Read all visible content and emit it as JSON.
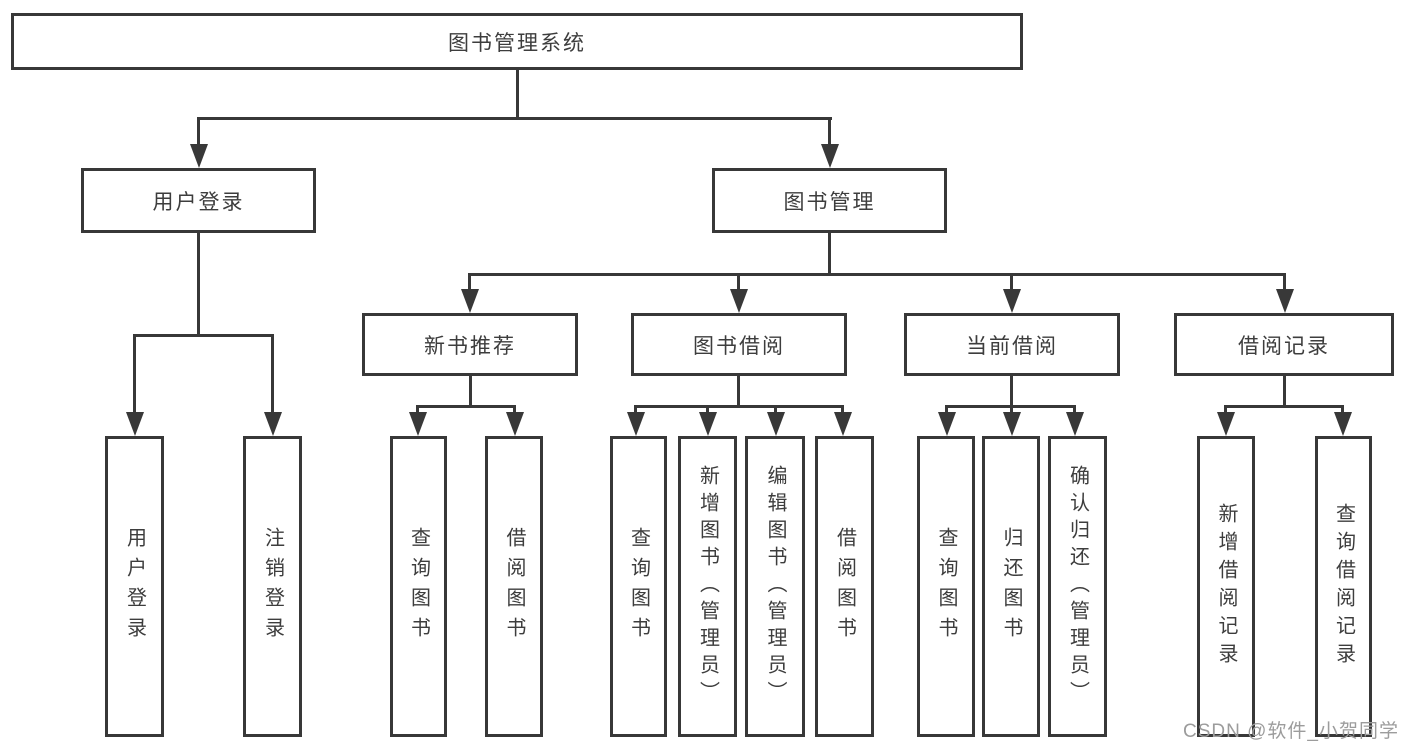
{
  "tree": {
    "root": {
      "label": "图书管理系统"
    },
    "children": [
      {
        "label": "用户登录",
        "children": [
          {
            "label": "用户登录"
          },
          {
            "label": "注销登录"
          }
        ]
      },
      {
        "label": "图书管理",
        "children": [
          {
            "label": "新书推荐",
            "children": [
              {
                "label": "查询图书"
              },
              {
                "label": "借阅图书"
              }
            ]
          },
          {
            "label": "图书借阅",
            "children": [
              {
                "label": "查询图书"
              },
              {
                "label": "新增图书（管理员）"
              },
              {
                "label": "编辑图书（管理员）"
              },
              {
                "label": "借阅图书"
              }
            ]
          },
          {
            "label": "当前借阅",
            "children": [
              {
                "label": "查询图书"
              },
              {
                "label": "归还图书"
              },
              {
                "label": "确认归还（管理员）"
              }
            ]
          },
          {
            "label": "借阅记录",
            "children": [
              {
                "label": "新增借阅记录"
              },
              {
                "label": "查询借阅记录"
              }
            ]
          }
        ]
      }
    ]
  },
  "watermark": {
    "text": "CSDN @软件_小贺同学"
  },
  "colors": {
    "line": "#383838",
    "text": "#3d3d3d",
    "box_fill": "#ffffff",
    "watermark": "#9c9c9c",
    "background": "#ffffff"
  }
}
